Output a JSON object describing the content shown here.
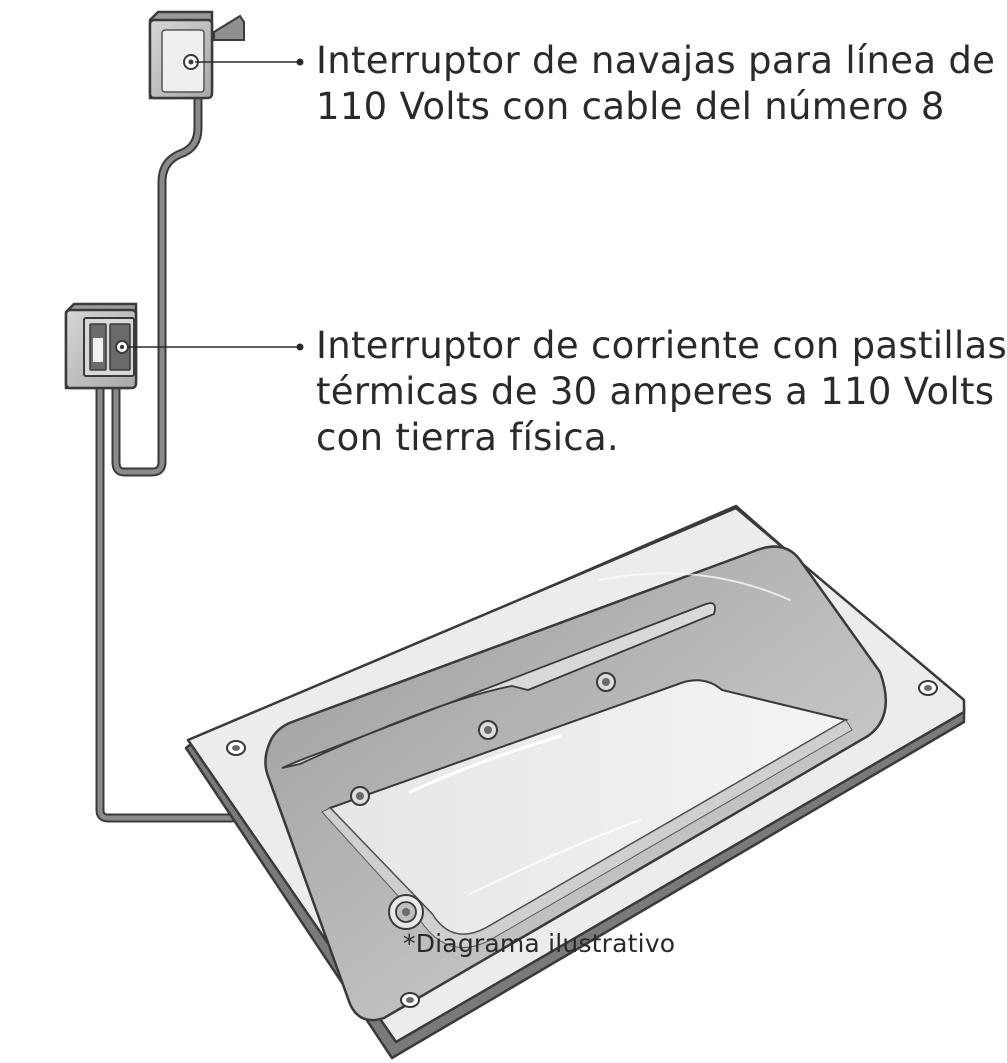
{
  "callouts": {
    "knife_switch": {
      "line1": "Interruptor de navajas para línea de",
      "line2": "110 Volts con cable del número 8"
    },
    "breaker": {
      "line1": "Interruptor de corriente con pastillas",
      "line2": "térmicas de 30 amperes a 110 Volts",
      "line3": "con tierra física."
    }
  },
  "note": "*Diagrama ilustrativo",
  "colors": {
    "text": "#2a2a2a",
    "cable": "#6e6e6e",
    "outline": "#3a3a3a",
    "box_face": "#e4e4e4",
    "tub_rim": "#ececec"
  },
  "icons": {
    "knife_switch": "knife-switch-box",
    "breaker": "breaker-box",
    "tub": "whirlpool-bathtub",
    "jet": "hydromassage-jet",
    "drain": "drain"
  }
}
